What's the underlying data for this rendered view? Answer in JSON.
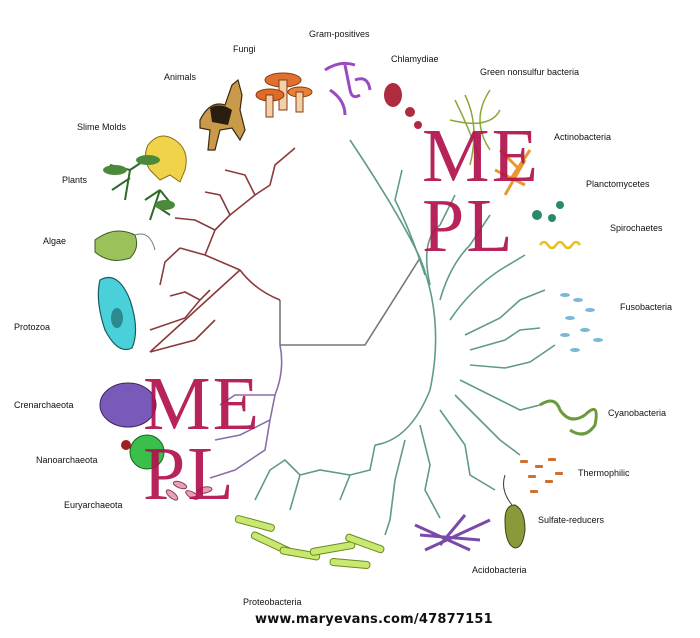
{
  "taxa": {
    "fungi": "Fungi",
    "animals": "Animals",
    "slime_molds": "Slime Molds",
    "plants": "Plants",
    "algae": "Algae",
    "protozoa": "Protozoa",
    "crenarchaeota": "Crenarchaeota",
    "nanoarchaeota": "Nanoarchaeota",
    "euryarchaeota": "Euryarchaeota",
    "proteobacteria": "Proteobacteria",
    "acidobacteria": "Acidobacteria",
    "sulfate_reducers": "Sulfate-reducers",
    "thermophilic": "Thermophilic",
    "cyanobacteria": "Cyanobacteria",
    "fusobacteria": "Fusobacteria",
    "spirochaetes": "Spirochaetes",
    "planctomycetes": "Planctomycetes",
    "actinobacteria": "Actinobacteria",
    "green_nonsulfur": "Green nonsulfur bacteria",
    "chlamydiae": "Chlamydiae",
    "gram_positives": "Gram-positives"
  },
  "watermark": {
    "line1": "ME",
    "line2": "PL"
  },
  "credit": "www.maryevans.com/47877151",
  "colors": {
    "eukaryote_branch": "#8b3a3a",
    "archaea_branch": "#8a6ea8",
    "bacteria_branch": "#5f9b87",
    "root_branch": "#777777",
    "watermark": "#b0124e"
  }
}
